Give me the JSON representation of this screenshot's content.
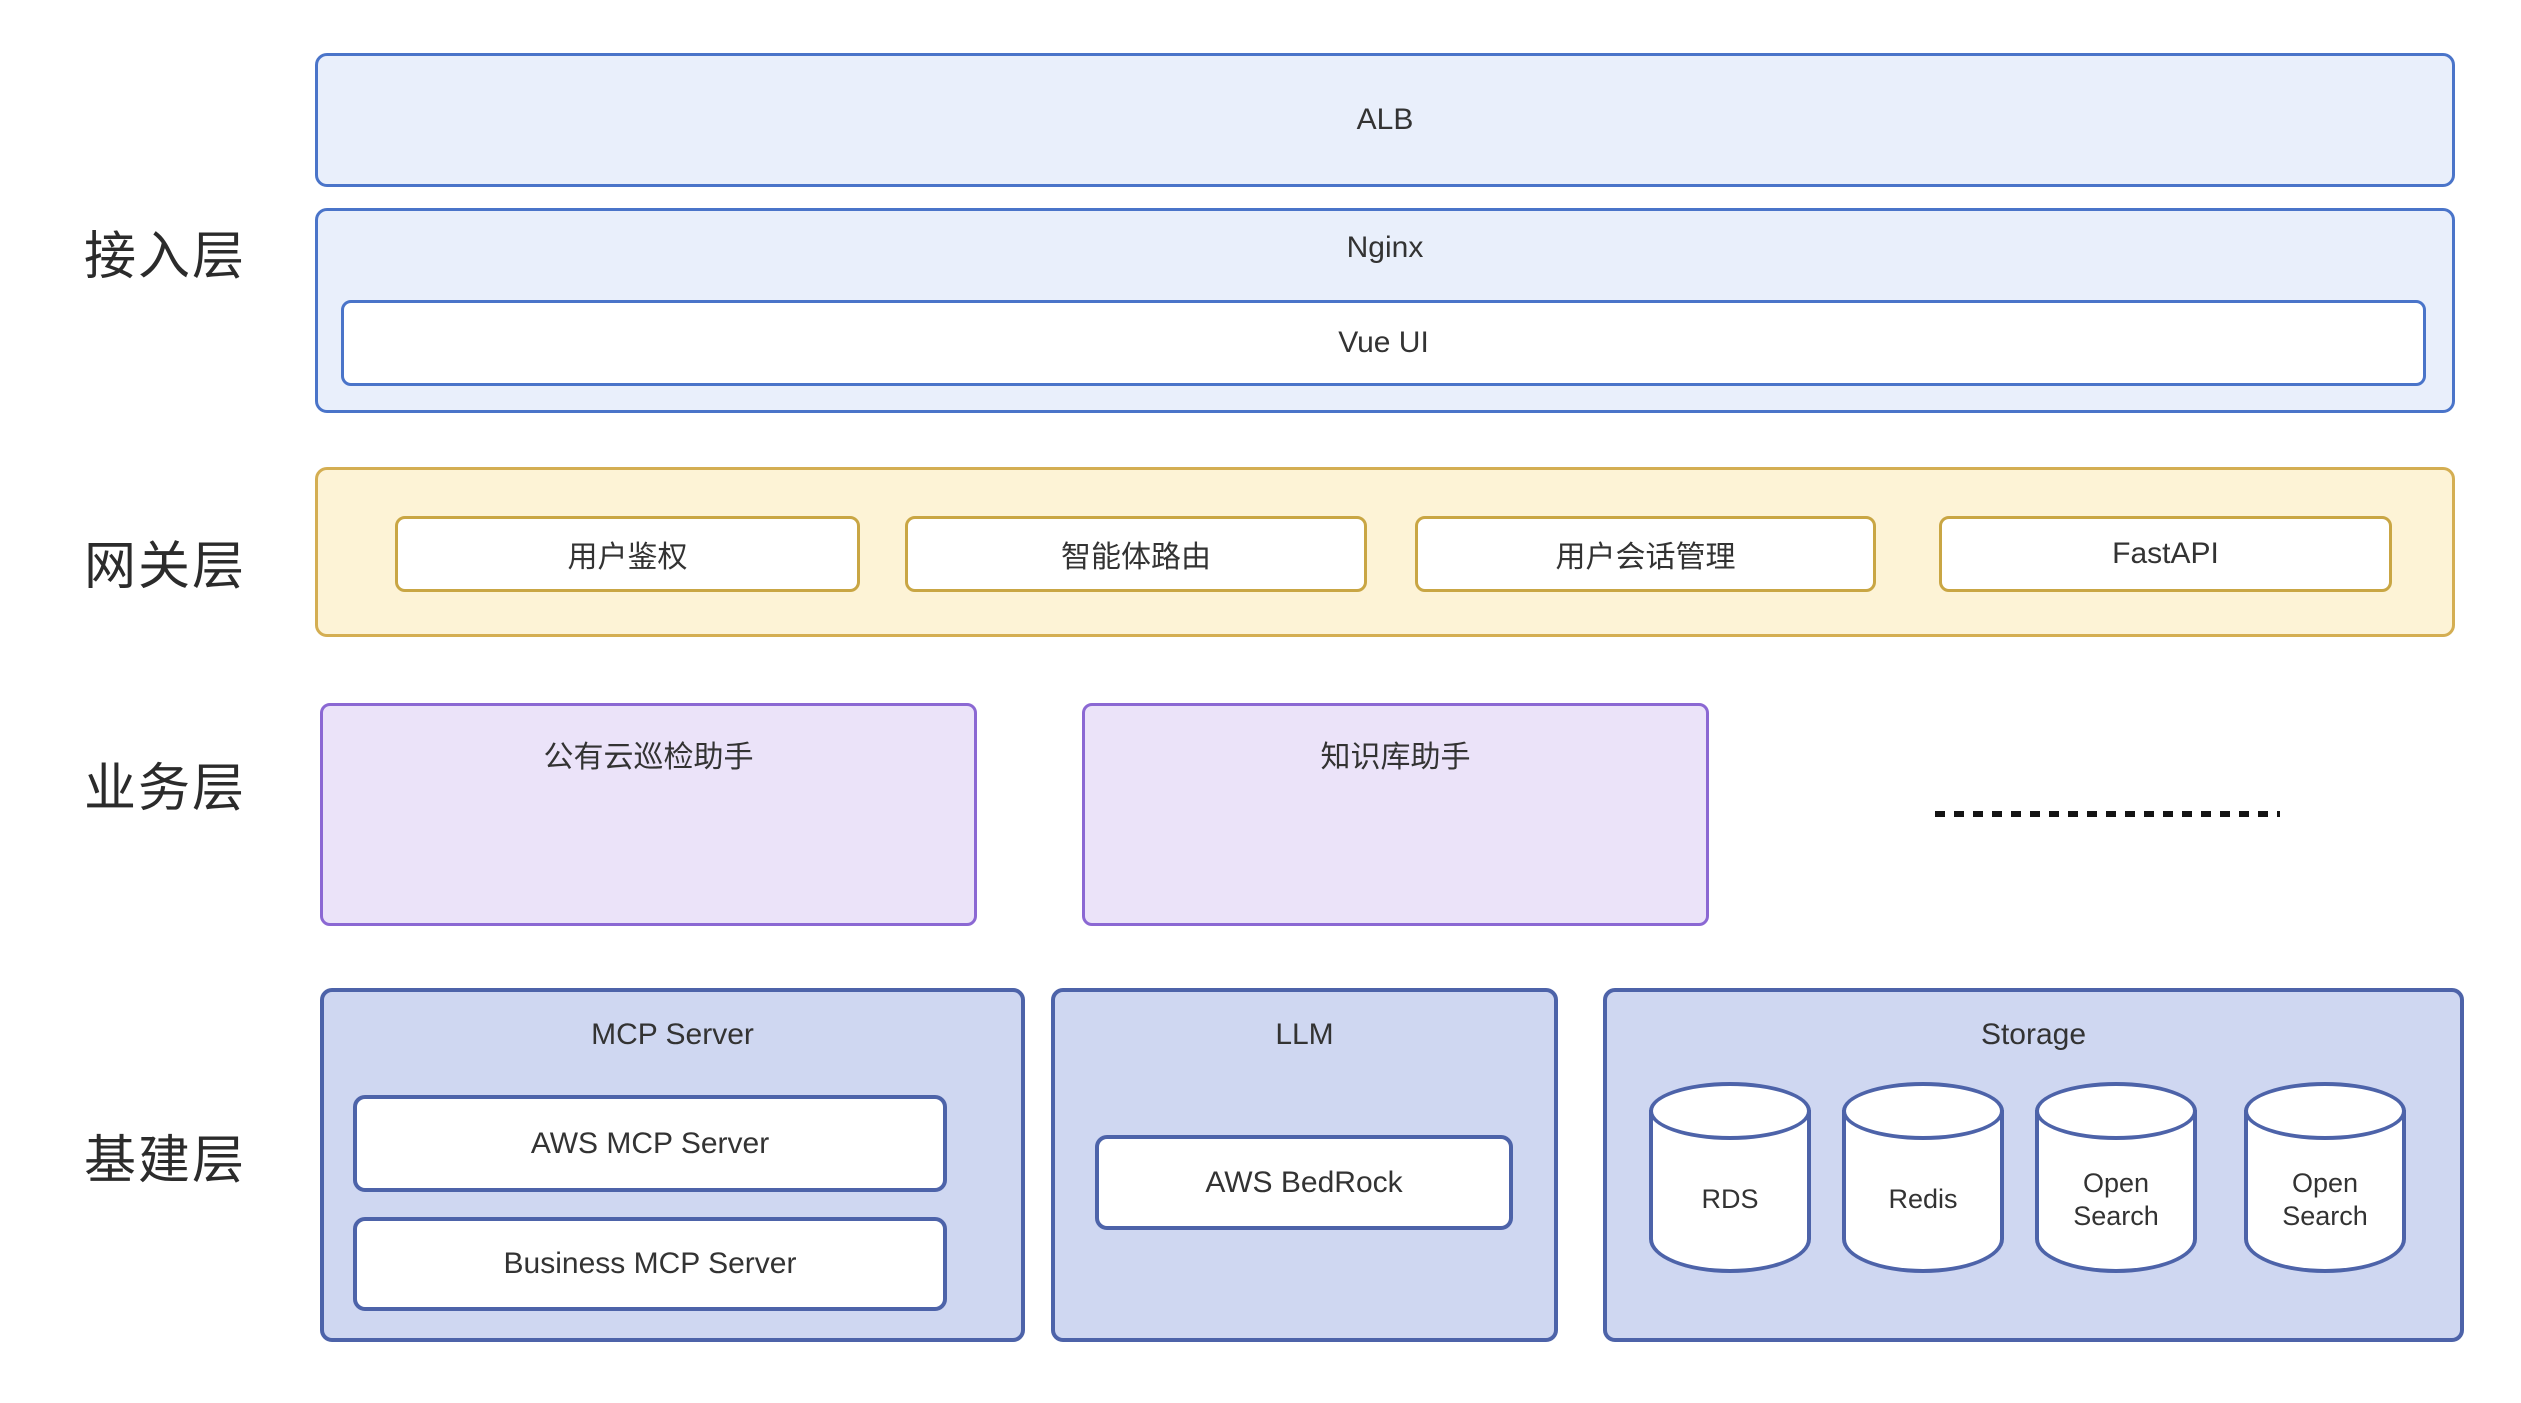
{
  "layer_labels": {
    "access": "接入层",
    "gateway": "网关层",
    "business": "业务层",
    "infrastructure": "基建层"
  },
  "access_layer": {
    "alb_label": "ALB",
    "nginx_label": "Nginx",
    "vue_ui_label": "Vue UI"
  },
  "gateway_layer": {
    "items": [
      "用户鉴权",
      "智能体路由",
      "用户会话管理",
      "FastAPI"
    ]
  },
  "business_layer": {
    "assistants": [
      "公有云巡检助手",
      "知识库助手"
    ]
  },
  "infrastructure_layer": {
    "mcp_server": {
      "title": "MCP Server",
      "items": [
        "AWS MCP Server",
        "Business MCP Server"
      ]
    },
    "llm": {
      "title": "LLM",
      "items": [
        "AWS BedRock"
      ]
    },
    "storage": {
      "title": "Storage",
      "databases": [
        "RDS",
        "Redis",
        "Open Search",
        "Open Search"
      ]
    }
  },
  "colors": {
    "access_fill": "#e9effb",
    "access_border": "#4a74c9",
    "gateway_fill": "#fdf3d6",
    "gateway_border": "#d4ae52",
    "gateway_item_border": "#c9a644",
    "business_fill": "#ebe3f9",
    "business_border": "#8b68d3",
    "infra_fill": "#cfd7f1",
    "infra_border": "#4d63a9",
    "dashed_line": "#141414",
    "text": "#333333"
  }
}
